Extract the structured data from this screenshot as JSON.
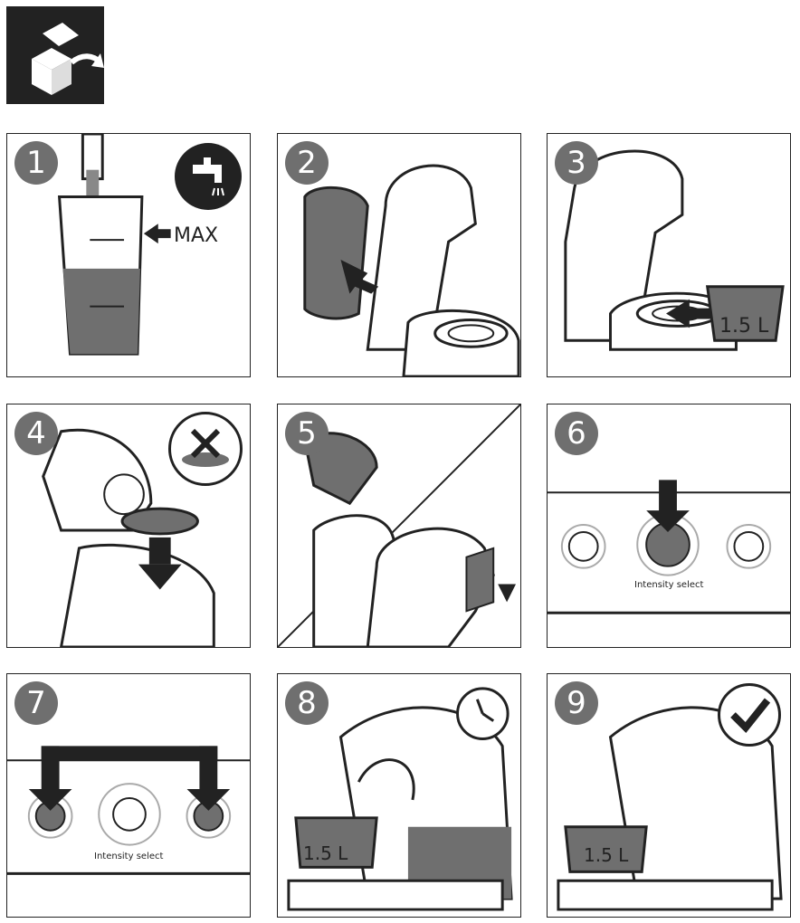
{
  "header": {
    "icon": "unpack-box-icon"
  },
  "steps": [
    {
      "number": "1",
      "label": "MAX"
    },
    {
      "number": "2"
    },
    {
      "number": "3",
      "volume": "1.5 L"
    },
    {
      "number": "4"
    },
    {
      "number": "5"
    },
    {
      "number": "6",
      "button_label": "Intensity select"
    },
    {
      "number": "7",
      "button_label": "Intensity select"
    },
    {
      "number": "8",
      "volume": "1.5 L"
    },
    {
      "number": "9",
      "volume": "1.5 L"
    }
  ],
  "colors": {
    "dark": "#222222",
    "grey": "#6f6f6f",
    "light_grey": "#d9d9d9"
  }
}
